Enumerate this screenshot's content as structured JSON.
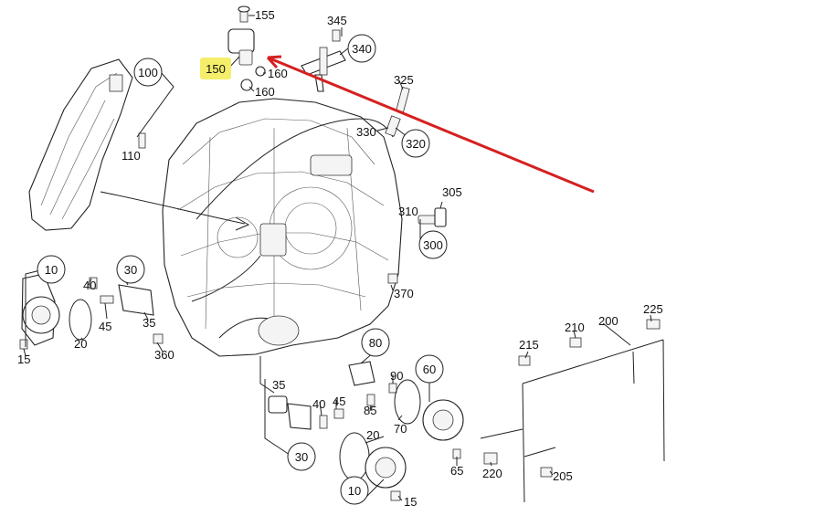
{
  "diagram": {
    "highlighted_part": "150",
    "labels": {
      "n155": "155",
      "n345": "345",
      "n340": "340",
      "n150": "150",
      "n160a": "160",
      "n160b": "160",
      "n100": "100",
      "n110": "110",
      "n325": "325",
      "n330": "330",
      "n320": "320",
      "n305": "305",
      "n310": "310",
      "n300": "300",
      "n370": "370",
      "n10a": "10",
      "n40a": "40",
      "n30a": "30",
      "n45a": "45",
      "n35a": "35",
      "n20a": "20",
      "n360": "360",
      "n15a": "15",
      "n225": "225",
      "n210": "210",
      "n200": "200",
      "n215": "215",
      "n80": "80",
      "n90": "90",
      "n60": "60",
      "n85": "85",
      "n70": "70",
      "n65": "65",
      "n220": "220",
      "n205": "205",
      "n35b": "35",
      "n40b": "40",
      "n45b": "45",
      "n30b": "30",
      "n20b": "20",
      "n10b": "10",
      "n15b": "15"
    },
    "colors": {
      "highlight": "#f5ee6a",
      "arrow": "#d62020",
      "line": "#222222"
    }
  }
}
